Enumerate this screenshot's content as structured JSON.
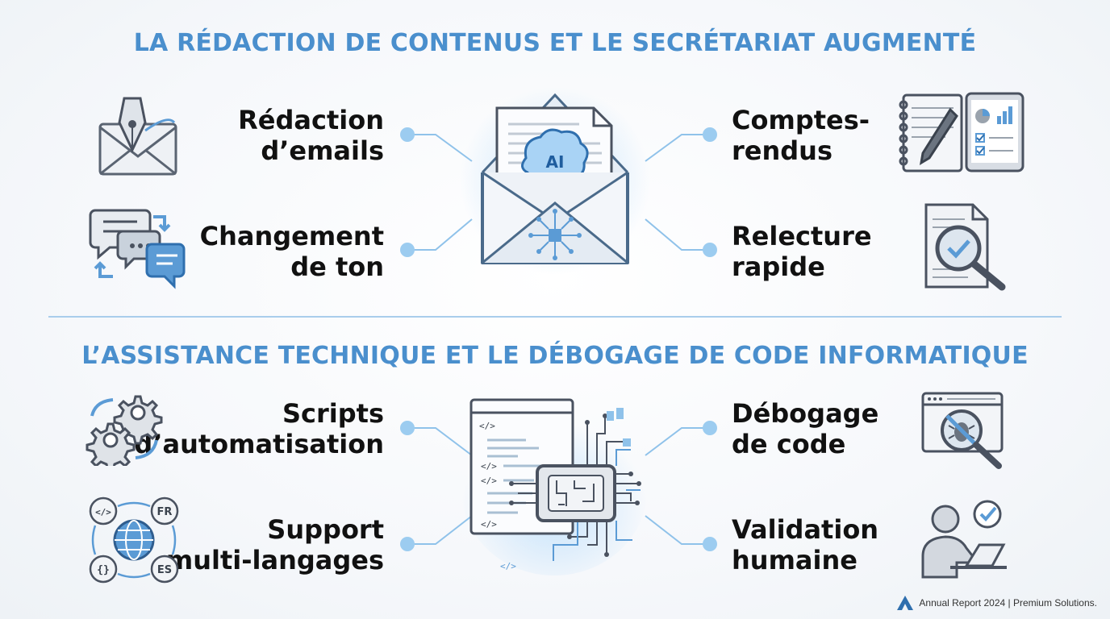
{
  "section1": {
    "title": "LA RÉDACTION DE CONTENUS ET LE SECRÉTARIAT AUGMENTÉ",
    "items": [
      {
        "line1": "Rédaction",
        "line2": "d’emails",
        "icon": "envelope-pen-icon"
      },
      {
        "line1": "Changement",
        "line2": "de ton",
        "icon": "chat-bubbles-icon"
      },
      {
        "line1": "Comptes-",
        "line2": "rendus",
        "icon": "notebook-tablet-icon"
      },
      {
        "line1": "Relecture",
        "line2": "rapide",
        "icon": "document-magnifier-icon"
      }
    ],
    "center_icon": "ai-envelope-icon",
    "center_badge": "AI"
  },
  "section2": {
    "title": "L’ASSISTANCE TECHNIQUE ET LE DÉBOGAGE DE CODE INFORMATIQUE",
    "items": [
      {
        "line1": "Scripts",
        "line2": "d’automatisation",
        "icon": "gears-icon"
      },
      {
        "line1": "Support",
        "line2": "multi-langages",
        "icon": "globe-languages-icon"
      },
      {
        "line1": "Débogage",
        "line2": "de code",
        "icon": "bug-magnifier-icon"
      },
      {
        "line1": "Validation",
        "line2": "humaine",
        "icon": "person-laptop-check-icon"
      }
    ],
    "center_icon": "code-chip-icon",
    "lang_badges": [
      "FR",
      "ES"
    ]
  },
  "footer": {
    "text": "Annual Report 2024 | Premium Solutions."
  },
  "colors": {
    "accent": "#4a8fcd",
    "connector": "#8fc2ea",
    "dot": "#9cccf0",
    "text": "#111111"
  }
}
